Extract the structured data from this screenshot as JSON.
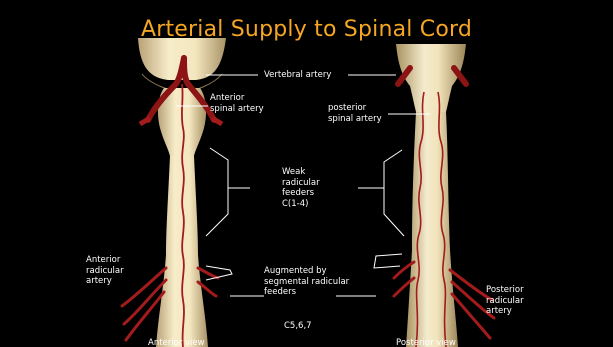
{
  "slide": {
    "title": "Arterial Supply to Spinal Cord",
    "colors": {
      "title": "#f5a623",
      "background": "#000000",
      "cord": "#f2e6bd",
      "artery": "#a31b1b",
      "label": "#ffffff"
    }
  },
  "labels": {
    "vertebral_artery": "Vertebral artery",
    "anterior_spinal_artery": "Anterior spinal artery",
    "posterior_spinal_artery": "posterior spinal artery",
    "weak_radicular_feeders": "Weak radicular feeders C(1-4)",
    "anterior_radicular_artery": "Anterior radicular artery",
    "augmented_by_segmental": "Augmented by segmental radicular feeders",
    "posterior_radicular_artery": "Posterior radicular artery",
    "c567": "C5,6,7"
  },
  "views": {
    "anterior": "Anterior view",
    "posterior": "Posterior view"
  }
}
